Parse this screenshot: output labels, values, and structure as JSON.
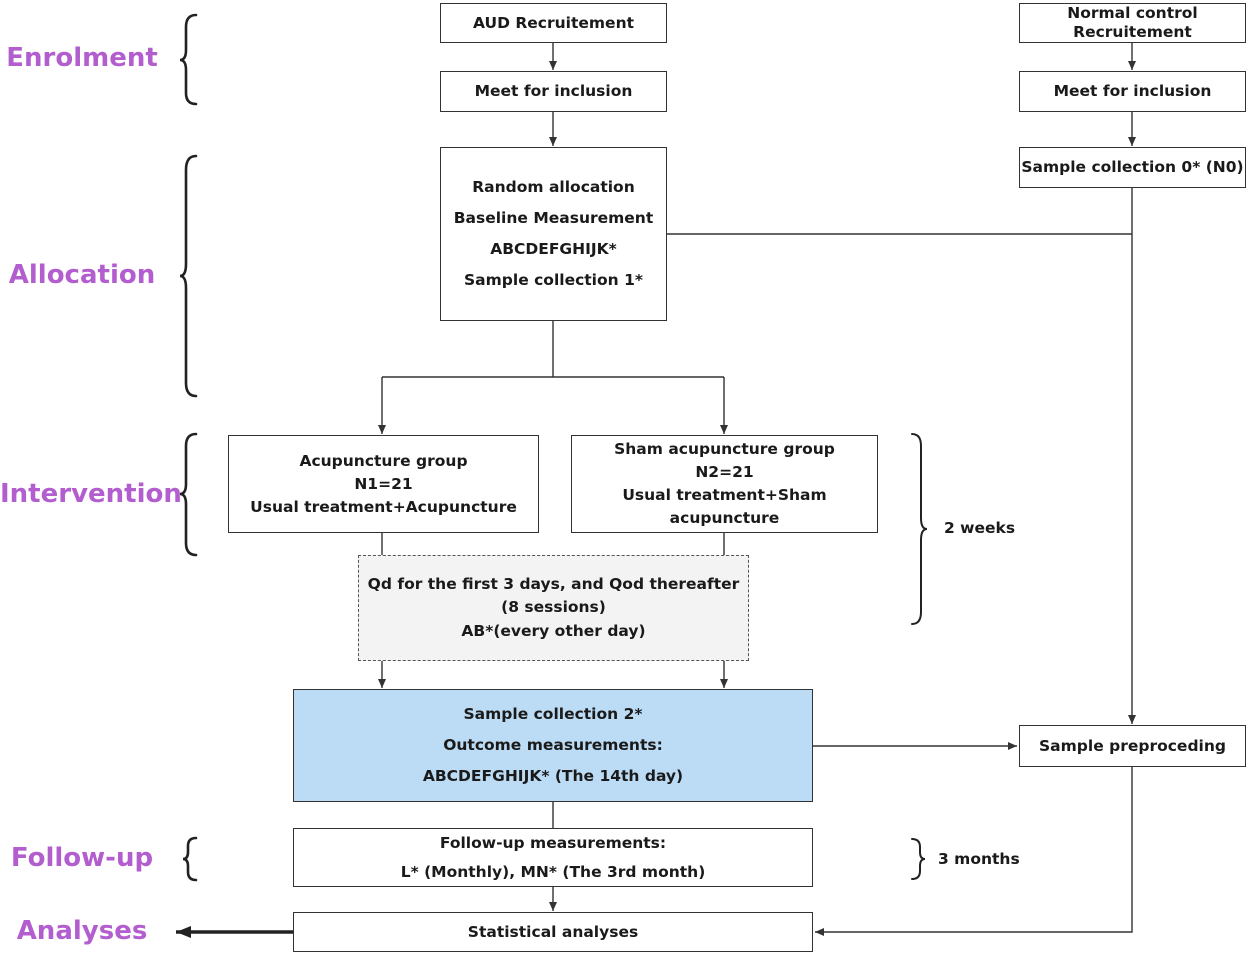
{
  "stages": {
    "enrolment": "Enrolment",
    "allocation": "Allocation",
    "intervention": "Intervention",
    "follow_up": "Follow-up",
    "analyses": "Analyses"
  },
  "boxes": {
    "aud_recruitment": "AUD Recruitement",
    "aud_inclusion": "Meet for inclusion",
    "normal_recruitment_line1": "Normal control",
    "normal_recruitment_line2": "Recruitement",
    "normal_inclusion": "Meet for inclusion",
    "sample_collection_0": "Sample collection 0* (N0)",
    "allocation_lines": [
      "Random allocation",
      "Baseline Measurement",
      "ABCDEFGHIJK*",
      "Sample collection 1*"
    ],
    "acupuncture_lines": [
      "Acupuncture group",
      "N1=21",
      "Usual treatment+Acupuncture"
    ],
    "sham_lines": [
      "Sham acupuncture group",
      "N2=21",
      "Usual treatment+Sham acupuncture"
    ],
    "schedule_lines": [
      "Qd for the first 3 days, and Qod thereafter",
      "(8 sessions)",
      "AB*(every other day)"
    ],
    "outcome_lines": [
      "Sample collection 2*",
      "Outcome measurements:",
      "ABCDEFGHIJK* (The 14th day)"
    ],
    "sample_preprocessing": "Sample preproceding",
    "follow_up_lines": [
      "Follow-up measurements:",
      "L* (Monthly), MN* (The 3rd month)"
    ],
    "statistical_analyses": "Statistical analyses"
  },
  "durations": {
    "intervention": "2 weeks",
    "follow_up": "3 months"
  },
  "colors": {
    "stage_label": "#b35ecf",
    "outcome_box": "#bcdcf6",
    "schedule_box": "#f3f3f3",
    "line": "#333333"
  }
}
